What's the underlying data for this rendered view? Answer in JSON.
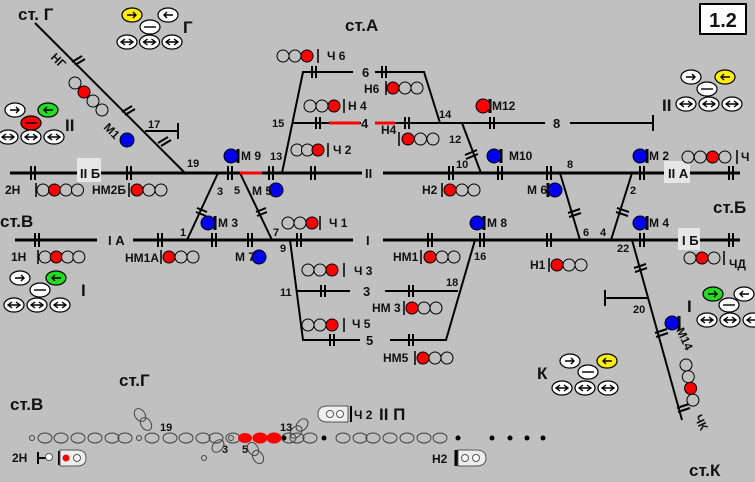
{
  "badge": "1.2",
  "stations": {
    "g_top": "ст. Г",
    "a": "ст.А",
    "v": "ст.В",
    "b": "ст.Б",
    "k": "ст.К",
    "g_bottom": "ст.Г",
    "v_bottom": "ст.В"
  },
  "tracks": {
    "IIB": "II Б",
    "II": "II",
    "IIA": "II А",
    "IA": "I А",
    "I": "I",
    "IB": "I Б",
    "t6": "6",
    "t4": "4",
    "t8": "8",
    "t3": "3",
    "t5": "5",
    "IIP": "II П"
  },
  "switches": {
    "s17": "17",
    "s19": "19",
    "s3": "3",
    "s5": "5",
    "s1": "1",
    "s7": "7",
    "s9": "9",
    "s13": "13",
    "s15": "15",
    "s14": "14",
    "s12": "12",
    "s10": "10",
    "s8": "8",
    "s2": "2",
    "s6": "6",
    "s4": "4",
    "s22": "22",
    "s16": "16",
    "s18": "18",
    "s11": "11",
    "s20": "20"
  },
  "colors": {
    "red": "#ff0000",
    "blue": "#0000ee",
    "off": "#c0c0c0",
    "yellow": "#ffee00",
    "green": "#22dd22",
    "white": "#ffffff",
    "occupied": "#ff0000"
  },
  "signals": [
    {
      "label": "НГ",
      "lamps": [
        "off",
        "red",
        "off",
        "off"
      ]
    },
    {
      "label": "М1",
      "lamps": [
        "blue"
      ]
    },
    {
      "label": "2Н",
      "lamps": [
        "off",
        "red",
        "off",
        "off"
      ]
    },
    {
      "label": "НМ2Б",
      "lamps": [
        "red",
        "off",
        "off"
      ]
    },
    {
      "label": "М 9",
      "lamps": [
        "blue"
      ]
    },
    {
      "label": "М 5",
      "lamps": [
        "blue"
      ]
    },
    {
      "label": "М 3",
      "lamps": [
        "blue"
      ]
    },
    {
      "label": "Ч 6",
      "lamps": [
        "off",
        "off",
        "red"
      ]
    },
    {
      "label": "Н6",
      "lamps": [
        "red",
        "off",
        "off"
      ]
    },
    {
      "label": "Н 4",
      "lamps": [
        "off",
        "off",
        "red"
      ]
    },
    {
      "label": "Ч 2",
      "lamps": [
        "off",
        "off",
        "red"
      ]
    },
    {
      "label": "Ч 1",
      "lamps": [
        "off",
        "off",
        "red"
      ]
    },
    {
      "label": "М12",
      "lamps": [
        "red"
      ]
    },
    {
      "label": "Н4",
      "lamps": [
        "red",
        "off",
        "off"
      ]
    },
    {
      "label": "М10",
      "lamps": [
        "blue"
      ]
    },
    {
      "label": "Н2",
      "lamps": [
        "red",
        "off",
        "off"
      ]
    },
    {
      "label": "М 6",
      "lamps": [
        "blue"
      ]
    },
    {
      "label": "М 2",
      "lamps": [
        "blue"
      ]
    },
    {
      "label": "Ч",
      "lamps": [
        "off",
        "off",
        "red",
        "off"
      ]
    },
    {
      "label": "М 8",
      "lamps": [
        "blue"
      ]
    },
    {
      "label": "М 4",
      "lamps": [
        "blue"
      ]
    },
    {
      "label": "1Н",
      "lamps": [
        "off",
        "red",
        "off",
        "off"
      ]
    },
    {
      "label": "НМ1А",
      "lamps": [
        "red",
        "off",
        "off"
      ]
    },
    {
      "label": "М 7",
      "lamps": [
        "blue"
      ]
    },
    {
      "label": "Ч 3",
      "lamps": [
        "off",
        "off",
        "red"
      ]
    },
    {
      "label": "Ч 5",
      "lamps": [
        "off",
        "off",
        "red"
      ]
    },
    {
      "label": "НМ1",
      "lamps": [
        "red",
        "off",
        "off"
      ]
    },
    {
      "label": "Н1",
      "lamps": [
        "red",
        "off",
        "off"
      ]
    },
    {
      "label": "НМ 3",
      "lamps": [
        "red",
        "off",
        "off"
      ]
    },
    {
      "label": "НМ5",
      "lamps": [
        "red",
        "off",
        "off"
      ]
    },
    {
      "label": "ЧД",
      "lamps": [
        "off",
        "red",
        "off"
      ]
    },
    {
      "label": "М14",
      "lamps": [
        "blue"
      ]
    },
    {
      "label": "ЧК",
      "lamps": [
        "off",
        "off",
        "red",
        "off"
      ]
    }
  ],
  "panels": [
    {
      "label": "Г",
      "top": [
        "yellow",
        "white"
      ],
      "mid": "white"
    },
    {
      "label": "II",
      "top": [
        "white",
        "green"
      ],
      "mid": "red"
    },
    {
      "label": "I",
      "top": [
        "white",
        "green"
      ],
      "mid": "white"
    },
    {
      "label": "II",
      "top": [
        "white",
        "yellow"
      ],
      "mid": "white"
    },
    {
      "label": "I",
      "top": [
        "green",
        "white"
      ],
      "mid": "white"
    },
    {
      "label": "К",
      "top": [
        "white",
        "yellow"
      ],
      "mid": "white"
    }
  ],
  "bottom": {
    "sw19": "19",
    "sw3": "3",
    "sw5": "5",
    "sw13": "13",
    "sig_ch2": "Ч 2",
    "sig_2n": "2Н",
    "sig_n2": "Н2",
    "occupied_sections": 3
  }
}
